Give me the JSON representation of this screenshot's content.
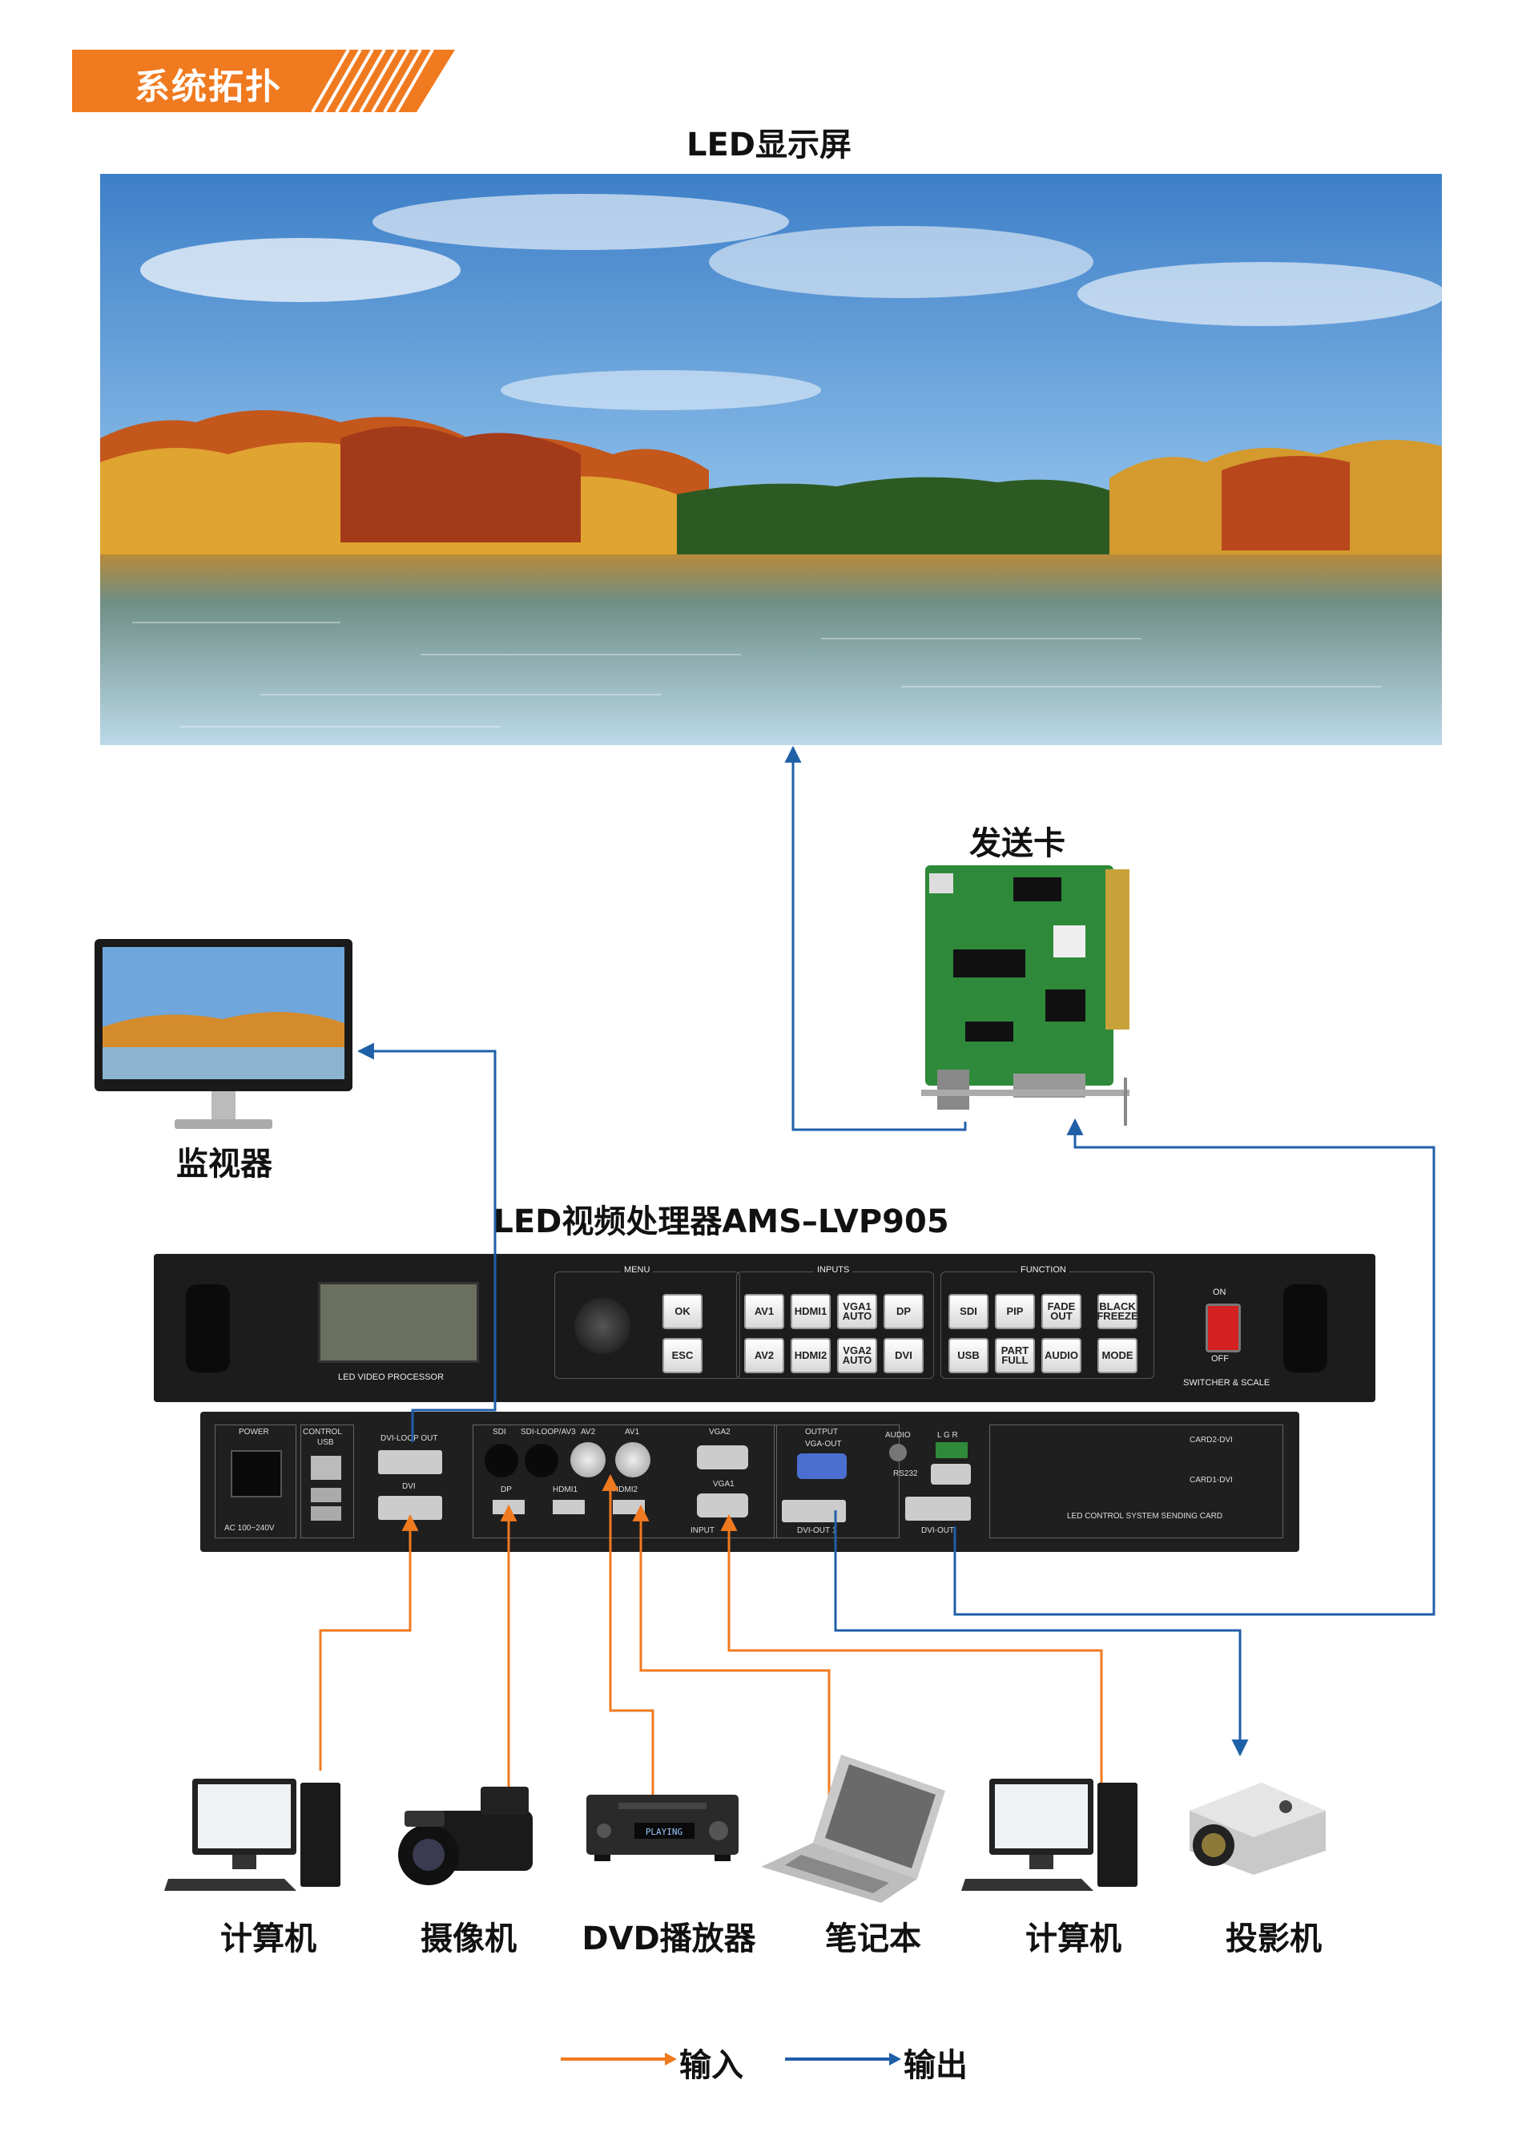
{
  "header": {
    "title": "系统拓扑"
  },
  "screen": {
    "label": "LED显示屏"
  },
  "sender": {
    "label": "发送卡"
  },
  "monitor": {
    "label": "监视器"
  },
  "processor": {
    "label": "LED视频处理器AMS–LVP905",
    "front": {
      "lcd_caption": "LED VIDEO PROCESSOR",
      "menu": {
        "title": "MENU",
        "buttons": [
          "OK",
          "ESC"
        ]
      },
      "inputs": {
        "title": "INPUTS",
        "buttons": [
          "AV1",
          "HDMI1",
          "VGA1 AUTO",
          "DP",
          "AV2",
          "HDMI2",
          "VGA2 AUTO",
          "DVI"
        ]
      },
      "function": {
        "title": "FUNCTION",
        "buttons": [
          "SDI",
          "PIP",
          "FADE OUT",
          "BLACK FREEZE",
          "USB",
          "PART FULL",
          "AUDIO",
          "MODE"
        ]
      },
      "power_on": "ON",
      "power_off": "OFF",
      "switcher": "SWITCHER & SCALE"
    },
    "rear": {
      "power": "POWER",
      "control": "CONTROL",
      "usb": "USB",
      "ac": "AC 100~240V",
      "dvi_loop": "DVI-LOOP OUT",
      "dvi": "DVI",
      "sdi": "SDI",
      "sdi_loop": "SDI-LOOP/AV3",
      "av2": "AV2",
      "av1": "AV1",
      "vga2": "VGA2",
      "vga1": "VGA1",
      "dp": "DP",
      "hdmi1": "HDMI1",
      "hdmi2": "HDMI2",
      "input": "INPUT",
      "output": "OUTPUT",
      "vga_out": "VGA-OUT",
      "audio": "AUDIO",
      "lgr": "L G R",
      "rs232": "RS232",
      "dvi_out1": "DVI-OUT 1",
      "dvi_out": "DVI-OUT",
      "card2": "CARD2-DVI",
      "card1": "CARD1-DVI",
      "card_caption": "LED CONTROL SYSTEM SENDING CARD"
    }
  },
  "devices": [
    {
      "label": "计算机",
      "icon": "desktop-computer-icon"
    },
    {
      "label": "摄像机",
      "icon": "video-camera-icon"
    },
    {
      "label": "DVD播放器",
      "icon": "dvd-player-icon",
      "display": "PLAYING"
    },
    {
      "label": "笔记本",
      "icon": "laptop-icon"
    },
    {
      "label": "计算机",
      "icon": "desktop-computer-icon"
    },
    {
      "label": "投影机",
      "icon": "projector-icon"
    }
  ],
  "legend": {
    "input": "输入",
    "output": "输出"
  },
  "colors": {
    "accent": "#F07A1F",
    "input_line": "#F07A1F",
    "output_line": "#1F5FA8",
    "panel": "#1c1c1c"
  }
}
